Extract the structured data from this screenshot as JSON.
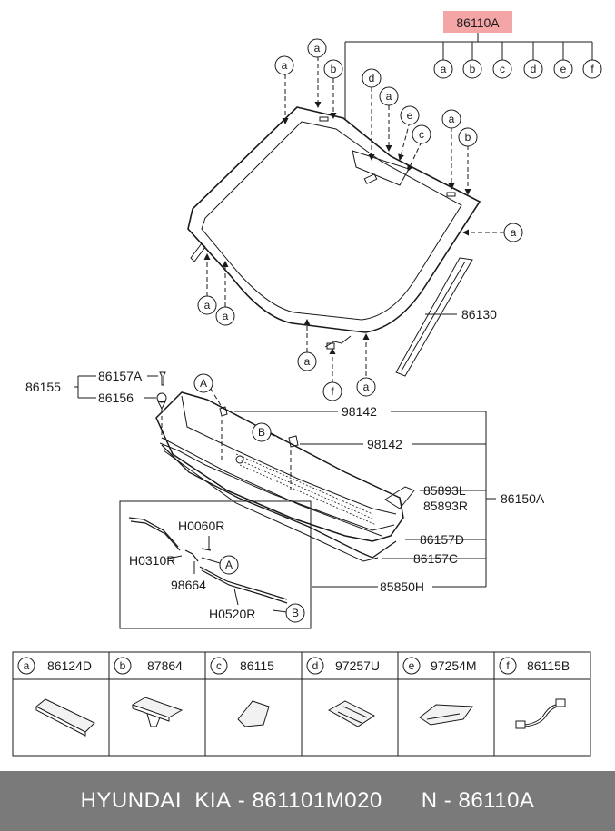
{
  "assembly": {
    "part_no": "86110A",
    "highlight_color": "#f4a6a6",
    "sub_refs": [
      "a",
      "b",
      "c",
      "d",
      "e",
      "f"
    ]
  },
  "callouts": {
    "a": "a",
    "b": "b",
    "c": "c",
    "d": "d",
    "e": "e",
    "f": "f",
    "A": "A",
    "B": "B"
  },
  "labels": {
    "p86130": "86130",
    "p86155": "86155",
    "p86157A": "86157A",
    "p86156": "86156",
    "p98142_top": "98142",
    "p98142_mid": "98142",
    "p85893L": "85893L",
    "p85893R": "85893R",
    "p86150A": "86150A",
    "p86157D": "86157D",
    "p86157C": "86157C",
    "p85850H": "85850H",
    "pH0060R": "H0060R",
    "pH0310R": "H0310R",
    "p98664": "98664",
    "pH0520R": "H0520R"
  },
  "legend": [
    {
      "ref": "a",
      "part": "86124D",
      "icon": "molding-strip-icon"
    },
    {
      "ref": "b",
      "part": "87864",
      "icon": "clip-icon"
    },
    {
      "ref": "c",
      "part": "86115",
      "icon": "pad-icon"
    },
    {
      "ref": "d",
      "part": "97257U",
      "icon": "bracket-icon"
    },
    {
      "ref": "e",
      "part": "97254M",
      "icon": "sensor-cover-icon"
    },
    {
      "ref": "f",
      "part": "86115B",
      "icon": "wire-harness-icon"
    }
  ],
  "footer": {
    "brand": "HYUNDAI  KIA",
    "sep": "-",
    "oem_no": "861101M020",
    "n_label": "N",
    "n_value": "86110A"
  }
}
